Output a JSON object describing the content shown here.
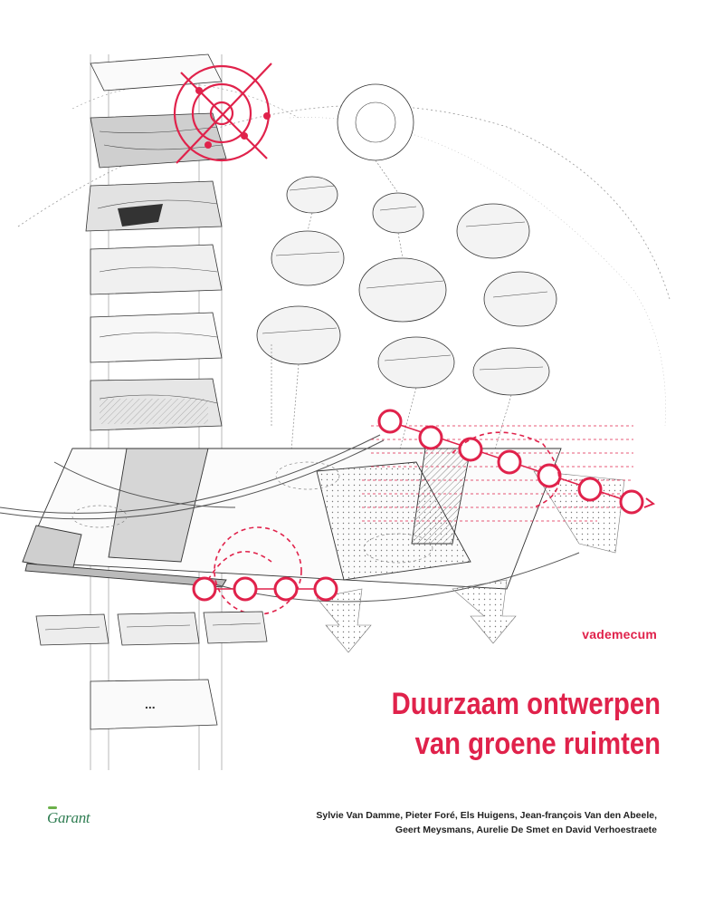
{
  "cover": {
    "series": "vademecum",
    "title_line1": "Duurzaam ontwerpen",
    "title_line2": "van groene ruimten",
    "authors_line1": "Sylvie Van Damme, Pieter Foré, Els Huigens, Jean-françois Van den Abeele,",
    "authors_line2": "Geert Meysmans, Aurelie De Smet en David Verhoestraete",
    "publisher": "Garant",
    "ellipsis_label": "...",
    "accent_color": "#e0224b",
    "logo_color": "#2f7d52"
  }
}
